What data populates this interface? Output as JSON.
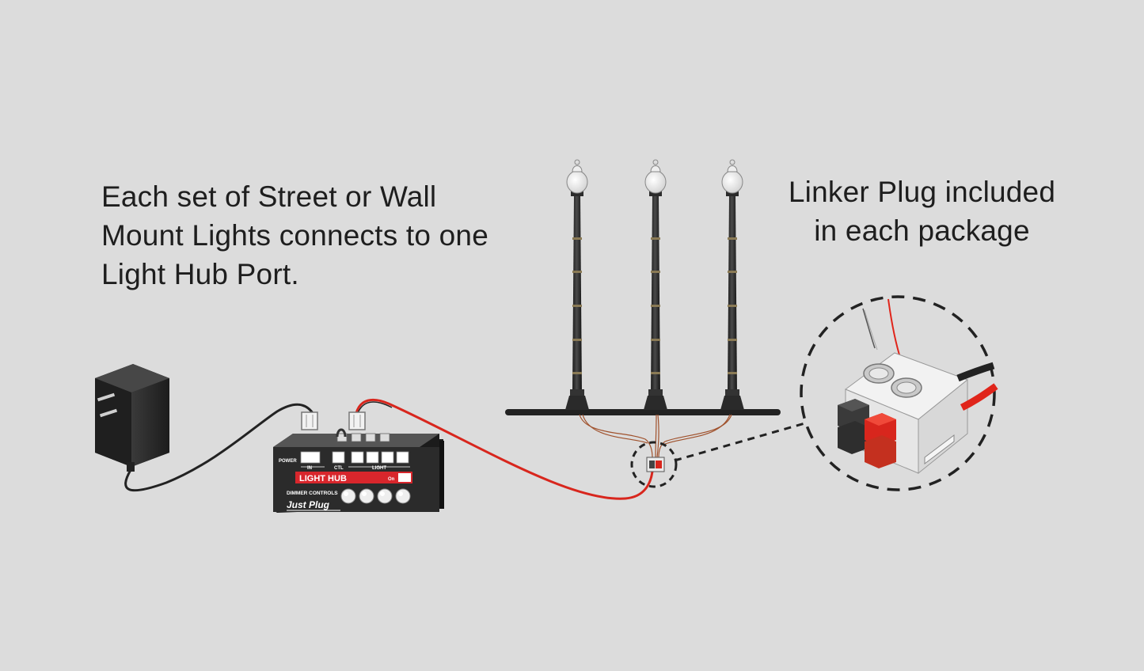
{
  "captions": {
    "left": [
      "Each set of Street or Wall",
      "Mount Lights connects to one",
      "Light Hub Port."
    ],
    "right": [
      "Linker Plug included",
      "in each package"
    ]
  },
  "hub": {
    "name": "LIGHT HUB",
    "brand": "Just Plug",
    "dimmer_label": "DIMMER CONTROLS",
    "power_label": "POWER",
    "in_label": "IN",
    "ctl_label": "CTL",
    "light_label": "LIGHT",
    "on_label": "On"
  },
  "colors": {
    "background": "#dcdcdc",
    "wire_red": "#e0251b",
    "wire_black": "#222222",
    "hub_body": "#2a2a2a",
    "hub_label": "#d8262c"
  },
  "icons": [
    "power-adapter-icon",
    "light-hub-icon",
    "street-lamp-icon",
    "linker-plug-icon"
  ]
}
